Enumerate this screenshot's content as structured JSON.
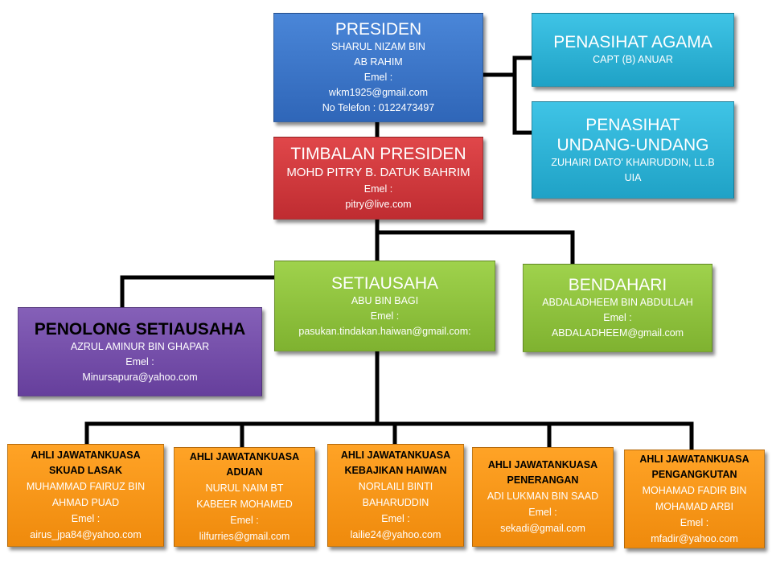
{
  "colors": {
    "presiden": "#3a74c8",
    "timbalan": "#d03a3e",
    "setiausaha": "#8fc33e",
    "bendahari": "#8fc33e",
    "penolong": "#7550aa",
    "penasihat": "#2fb3d6",
    "jawatankuasa": "#f7961a",
    "connector": "#000000"
  },
  "presiden": {
    "title": "PRESIDEN",
    "lines": [
      "SHARUL NIZAM BIN",
      "AB RAHIM",
      "Emel :",
      "wkm1925@gmail.com",
      "No Telefon : 0122473497"
    ]
  },
  "timbalan": {
    "title": "TIMBALAN PRESIDEN",
    "lines": [
      "MOHD PITRY B. DATUK BAHRIM",
      "Emel :",
      "pitry@live.com"
    ]
  },
  "penasihat_agama": {
    "title": "PENASIHAT AGAMA",
    "lines": [
      "CAPT (B) ANUAR"
    ]
  },
  "penasihat_undang": {
    "title_lines": [
      "PENASIHAT",
      "UNDANG-UNDANG"
    ],
    "lines": [
      "ZUHAIRI DATO' KHAIRUDDIN, LL.B",
      "UIA"
    ]
  },
  "setiausaha": {
    "title": "SETIAUSAHA",
    "lines": [
      "ABU BIN BAGI",
      "Emel :",
      "pasukan.tindakan.haiwan@gmail.com:"
    ]
  },
  "bendahari": {
    "title": "BENDAHARI",
    "lines": [
      "ABDALADHEEM BIN ABDULLAH",
      "Emel :",
      "ABDALADHEEM@gmail.com"
    ]
  },
  "penolong": {
    "title": "PENOLONG SETIAUSAHA",
    "lines": [
      "AZRUL AMINUR BIN GHAPAR",
      "Emel :",
      "Minursapura@yahoo.com"
    ]
  },
  "committees": [
    {
      "title_lines": [
        "AHLI JAWATANKUASA",
        "SKUAD LASAK"
      ],
      "lines": [
        "MUHAMMAD  FAIRUZ BIN",
        "AHMAD PUAD",
        "Emel :",
        "airus_jpa84@yahoo.com"
      ]
    },
    {
      "title_lines": [
        "AHLI JAWATANKUASA",
        "ADUAN"
      ],
      "lines": [
        "NURUL NAIM BT",
        "KABEER MOHAMED",
        "Emel :",
        "lilfurries@gmail.com"
      ]
    },
    {
      "title_lines": [
        "AHLI JAWATANKUASA",
        "KEBAJIKAN HAIWAN"
      ],
      "lines": [
        "NORLAILI BINTI",
        "BAHARUDDIN",
        "Emel :",
        "lailie24@yahoo.com"
      ]
    },
    {
      "title_lines": [
        "AHLI JAWATANKUASA",
        "PENERANGAN"
      ],
      "lines": [
        "ADI LUKMAN BIN SAAD",
        "Emel :",
        "sekadi@gmail.com"
      ]
    },
    {
      "title_lines": [
        "AHLI JAWATANKUASA",
        "PENGANGKUTAN"
      ],
      "lines": [
        "MOHAMAD FADIR BIN",
        "MOHAMAD ARBI",
        "Emel :",
        "mfadir@yahoo.com"
      ]
    }
  ]
}
